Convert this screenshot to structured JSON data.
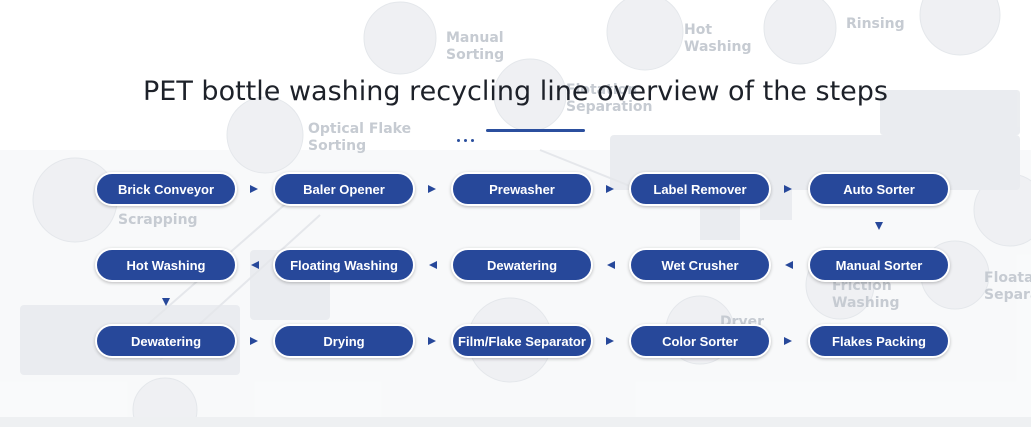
{
  "heading": {
    "title": "PET bottle washing recycling line overview of the steps"
  },
  "background_labels": [
    "Manual\nSorting",
    "Hot\nWashing",
    "Rinsing",
    "Optical Flake\nSorting",
    "Flotation\nSeparation",
    "Scrapping",
    "Friction\nWashing",
    "Floatat\nSepara",
    "Dryer"
  ],
  "steps": {
    "row1": [
      "Brick Conveyor",
      "Baler Opener",
      "Prewasher",
      "Label Remover",
      "Auto Sorter"
    ],
    "row2": [
      "Hot Washing",
      "Floating Washing",
      "Dewatering",
      "Wet Crusher",
      "Manual Sorter"
    ],
    "row3": [
      "Dewatering",
      "Drying",
      "Film/Flake Separator",
      "Color Sorter",
      "Flakes Packing"
    ]
  },
  "flow_order": [
    "Brick Conveyor",
    "Baler Opener",
    "Prewasher",
    "Label Remover",
    "Auto Sorter",
    "Manual Sorter",
    "Wet Crusher",
    "Dewatering",
    "Floating Washing",
    "Hot Washing",
    "Dewatering",
    "Drying",
    "Film/Flake Separator",
    "Color Sorter",
    "Flakes Packing"
  ],
  "colors": {
    "step_fill": "#27489a",
    "step_text": "#ffffff",
    "accent": "#2b4f9e",
    "title_text": "#1d2129"
  }
}
